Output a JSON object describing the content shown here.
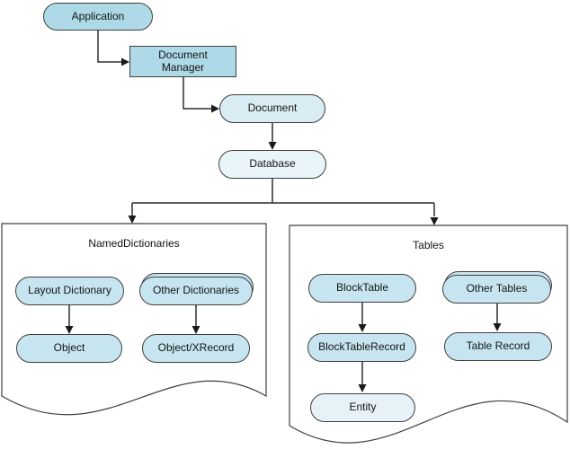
{
  "diagram": {
    "nodes": {
      "application": {
        "label": "Application"
      },
      "document_manager": {
        "label": "Document Manager"
      },
      "document": {
        "label": "Document"
      },
      "database": {
        "label": "Database"
      },
      "layout_dictionary": {
        "label": "Layout Dictionary"
      },
      "object": {
        "label": "Object"
      },
      "other_dictionaries": {
        "label": "Other Dictionaries"
      },
      "object_xrecord": {
        "label": "Object/XRecord"
      },
      "block_table": {
        "label": "BlockTable"
      },
      "block_table_record": {
        "label": "BlockTableRecord"
      },
      "entity": {
        "label": "Entity"
      },
      "other_tables": {
        "label": "Other Tables"
      },
      "table_record": {
        "label": "Table Record"
      }
    },
    "containers": {
      "named_dictionaries": {
        "title": "NamedDictionaries"
      },
      "tables": {
        "title": "Tables"
      }
    },
    "edges": [
      {
        "from": "Application",
        "to": "Document Manager"
      },
      {
        "from": "Document Manager",
        "to": "Document"
      },
      {
        "from": "Document",
        "to": "Database"
      },
      {
        "from": "Database",
        "to": "NamedDictionaries"
      },
      {
        "from": "Database",
        "to": "Tables"
      },
      {
        "from": "Layout Dictionary",
        "to": "Object"
      },
      {
        "from": "Other Dictionaries",
        "to": "Object/XRecord"
      },
      {
        "from": "BlockTable",
        "to": "BlockTableRecord"
      },
      {
        "from": "BlockTableRecord",
        "to": "Entity"
      },
      {
        "from": "Other Tables",
        "to": "Table Record"
      }
    ]
  },
  "colors": {
    "node_strong": "#aed9e6",
    "node_medium": "#c7e5f0",
    "node_light": "#d9ecf4",
    "node_pale": "#eaf5fa",
    "node_entity": "#e6f2f8",
    "border": "#3f3f3f"
  }
}
